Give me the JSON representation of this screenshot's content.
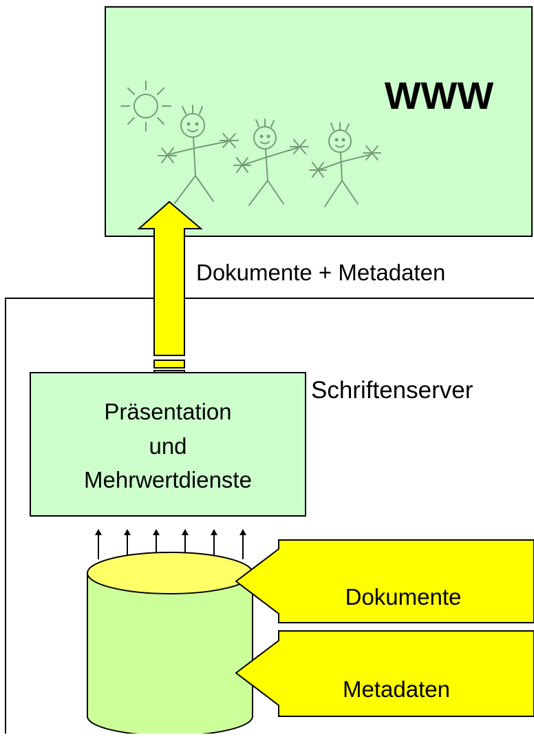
{
  "www_box": {
    "title": "WWW",
    "fill_color": "#ccffcc",
    "drawing": "stick-figures-with-sun"
  },
  "arrow_up": {
    "label": "Dokumente + Metadaten",
    "fill_color": "#ffff00"
  },
  "server": {
    "label": "Schriftenserver"
  },
  "presentation_box": {
    "line1": "Präsentation",
    "line2": "und",
    "line3": "Mehrwertdienste",
    "fill_color": "#ccffcc"
  },
  "database": {
    "top_color": "#ffff66",
    "body_color": "#ccff99",
    "small_arrows_count": 6
  },
  "input_arrows": {
    "documents_label": "Dokumente",
    "metadata_label": "Metadaten",
    "fill_color": "#ffff00"
  }
}
